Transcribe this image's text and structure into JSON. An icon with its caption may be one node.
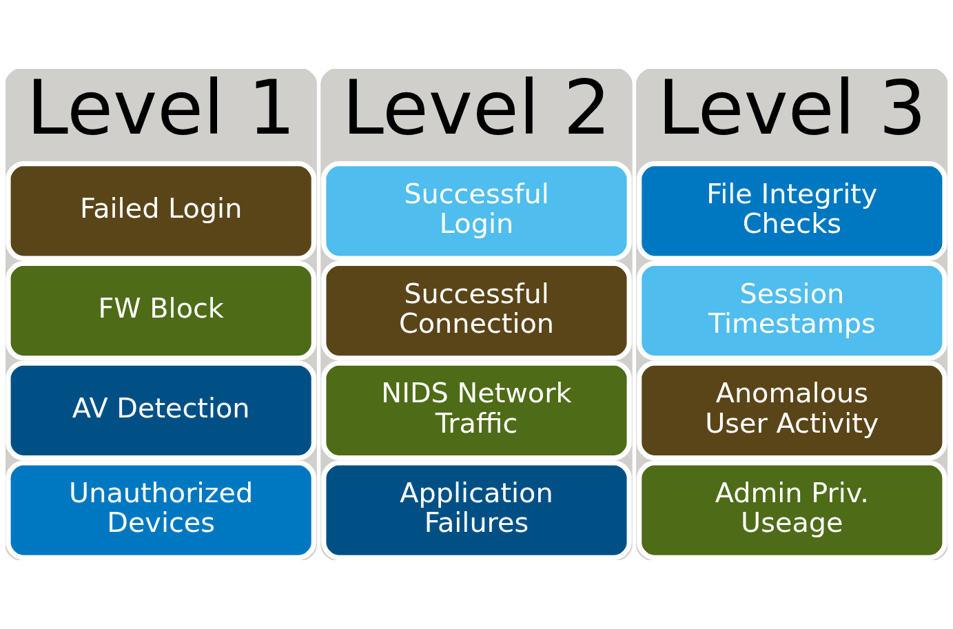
{
  "diagram": {
    "nodes": [
      {
        "text": [
          "Level 1"
        ]
      },
      {
        "text": [
          "Failed Login"
        ],
        "in": 0
      },
      {
        "text": [
          "FW Block"
        ],
        "in": 0
      },
      {
        "text": [
          "AV Detection"
        ],
        "in": 0
      },
      {
        "text": [
          "Unauthorized Devices"
        ],
        "in": 0
      },
      {
        "text": [
          "Level 2"
        ]
      },
      {
        "text": [
          "Successful Login"
        ],
        "in": 5
      },
      {
        "text": [
          "Successful Connection"
        ],
        "in": 5
      },
      {
        "text": [
          "NIDS Network Traffic"
        ],
        "in": 5
      },
      {
        "text": [
          "Application Failures"
        ],
        "in": 5
      },
      {
        "text": [
          "Level 3"
        ]
      },
      {
        "text": [
          "File Integrity Checks"
        ],
        "in": 10
      },
      {
        "text": [
          "Session Timestamps"
        ],
        "in": 10
      },
      {
        "text": [
          "Anomalous User Activity"
        ],
        "in": 10
      },
      {
        "text": [
          "Admin Priv. Useage"
        ],
        "in": 10
      }
    ],
    "edges": []
  }
}
